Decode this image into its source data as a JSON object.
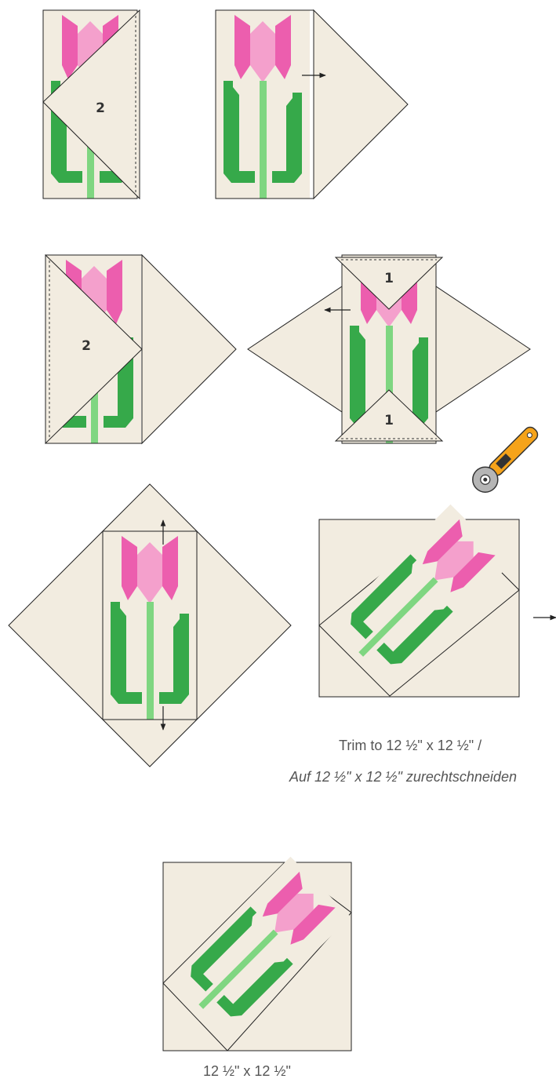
{
  "colors": {
    "background_fabric": "#f2ece0",
    "petal_dark": "#ec5eae",
    "petal_light": "#f4a0cc",
    "leaf": "#36a94a",
    "stem": "#7fd681",
    "outline": "#222222",
    "cutter_handle": "#f5a31a"
  },
  "step1": {
    "triangle_label": "2"
  },
  "step2": {
    "triangle_label": "2"
  },
  "step3": {
    "top_triangle_label": "1",
    "bottom_triangle_label": "1"
  },
  "trim": {
    "caption_en": "Trim to 12 ½\" x  12 ½\" /",
    "caption_de": "Auf 12 ½\" x  12 ½\" zurechtschneiden"
  },
  "final": {
    "size_label": "12 ½\" x  12 ½\""
  },
  "icons": [
    "rotary-cutter-icon",
    "arrow-right-icon",
    "arrow-left-icon",
    "arrow-up-icon",
    "arrow-down-icon"
  ]
}
